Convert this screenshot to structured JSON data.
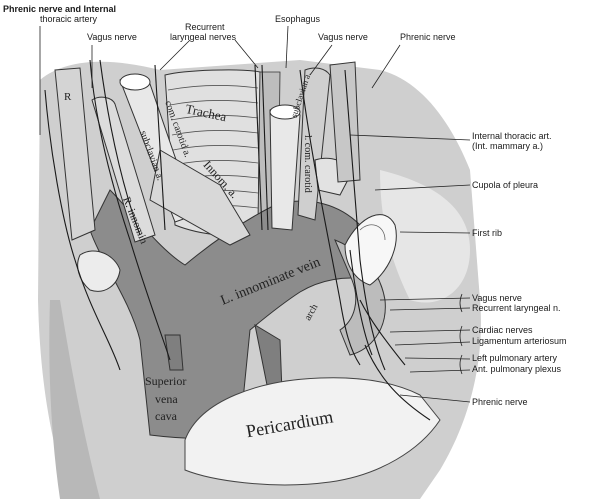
{
  "labels": {
    "phrenic_internal": "Phrenic nerve and Internal",
    "thoracic_artery": "thoracic artery",
    "vagus_left": "Vagus nerve",
    "recurrent_1": "Recurrent",
    "recurrent_2": "laryngeal nerves",
    "esophagus": "Esophagus",
    "vagus_right": "Vagus nerve",
    "phrenic_top": "Phrenic nerve",
    "internal_thoracic_1": "Internal thoracic art.",
    "internal_thoracic_2": "(Int. mammary a.)",
    "cupola": "Cupola of pleura",
    "first_rib": "First rib",
    "vagus_lower": "Vagus nerve",
    "recurrent_lower": "Recurrent laryngeal n.",
    "cardiac": "Cardiac nerves",
    "ligamentum": "Ligamentum arteriosum",
    "left_pulmonary": "Left pulmonary artery",
    "ant_pulmonary": "Ant. pulmonary plexus",
    "phrenic_bottom": "Phrenic nerve"
  },
  "inline": {
    "trachea": "Trachea",
    "com_carotid_l": "com. carotid a.",
    "subclavian_l": "subclavian a.",
    "innomin_a": "Innom. a.",
    "r_innom": "R. innomin",
    "com_carotid_r": "l. com. carotid",
    "subclavian_r": "subclavian a.",
    "l_innom_vein": "L. innominate vein",
    "sup_vena_1": "Superior",
    "sup_vena_2": "vena",
    "sup_vena_3": "cava",
    "pericardium": "Pericardium",
    "arch": "arch",
    "r_small": "R"
  }
}
